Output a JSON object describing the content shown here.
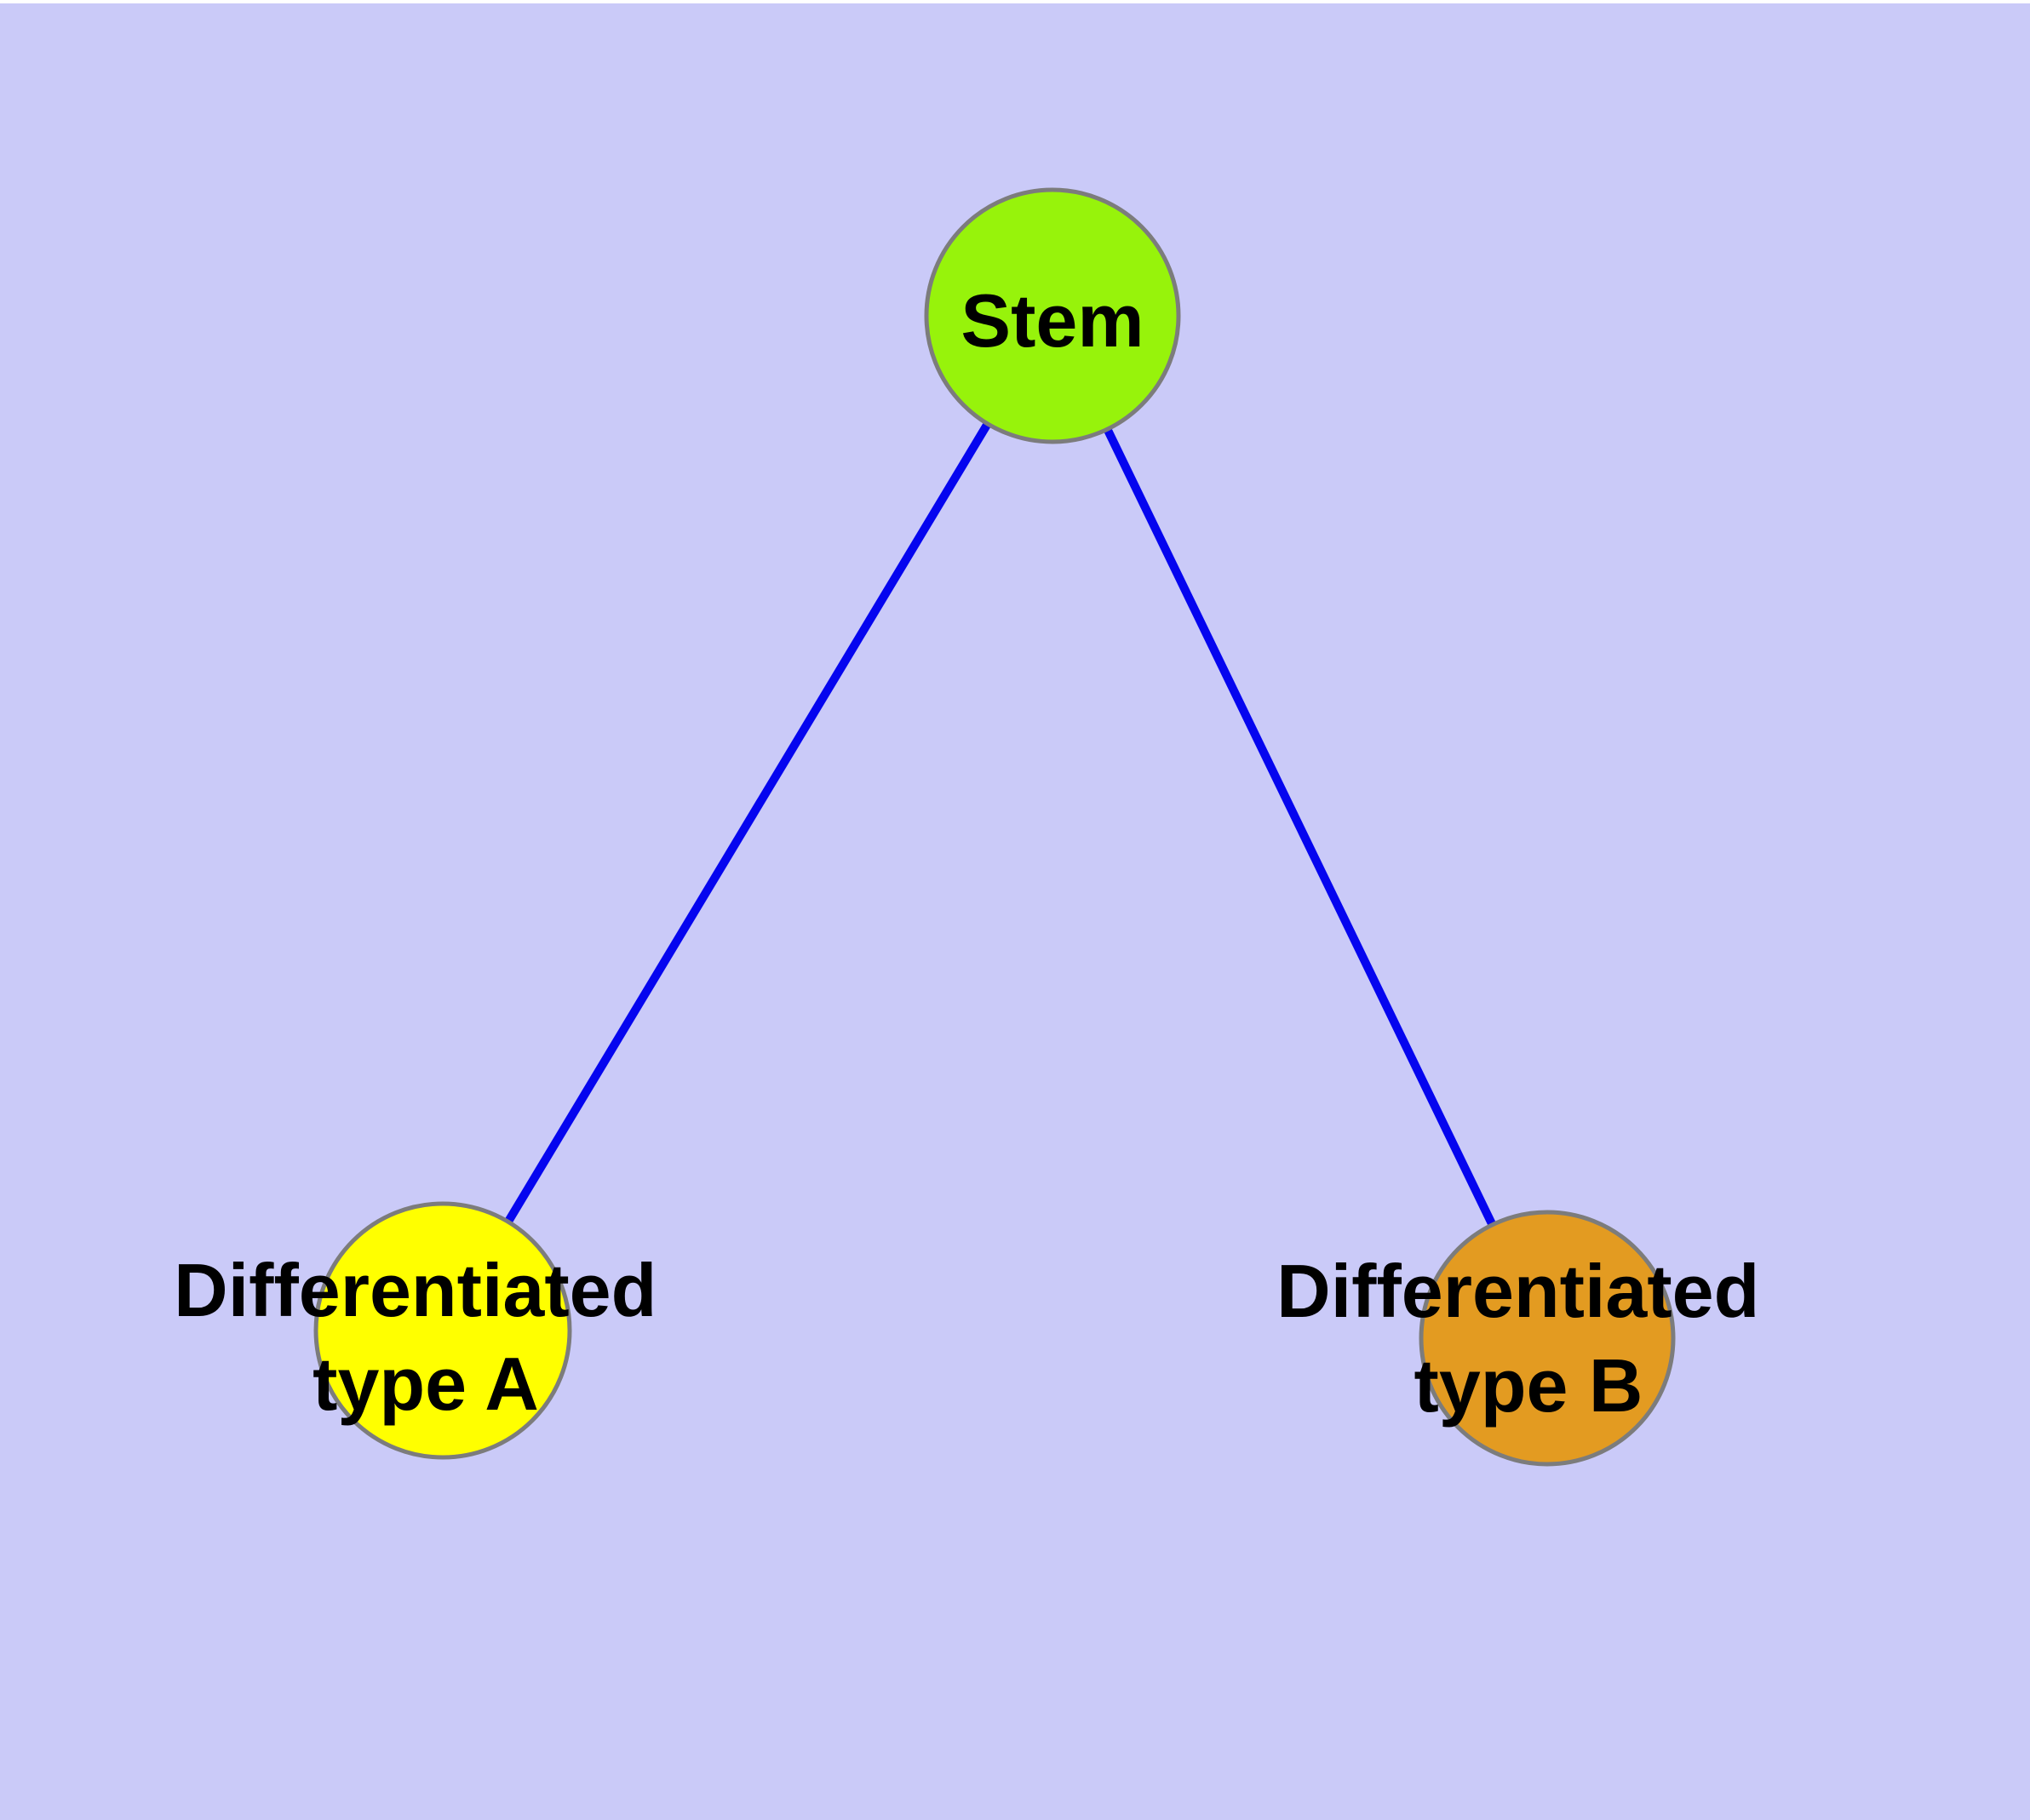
{
  "graph": {
    "background_color": "#CACAF8",
    "top_margin_color": "#FFFFFF",
    "edge_color": "#0505EF",
    "node_border_color": "#7C7C7C",
    "label_color": "#000000",
    "nodes": [
      {
        "id": "stem",
        "label": "Stem",
        "label_lines": [
          "Stem"
        ],
        "fill": "#97F30B"
      },
      {
        "id": "differentiated-type-a",
        "label": "Differentiated type A",
        "label_lines": [
          "Differentiated",
          "type A"
        ],
        "fill": "#FFFF00"
      },
      {
        "id": "differentiated-type-b",
        "label": "Differentiated type B",
        "label_lines": [
          "Differentiated",
          "type B"
        ],
        "fill": "#E39B21"
      }
    ],
    "edges": [
      {
        "from": "Stem",
        "to": "Differentiated type A"
      },
      {
        "from": "Stem",
        "to": "Differentiated type B"
      }
    ]
  }
}
